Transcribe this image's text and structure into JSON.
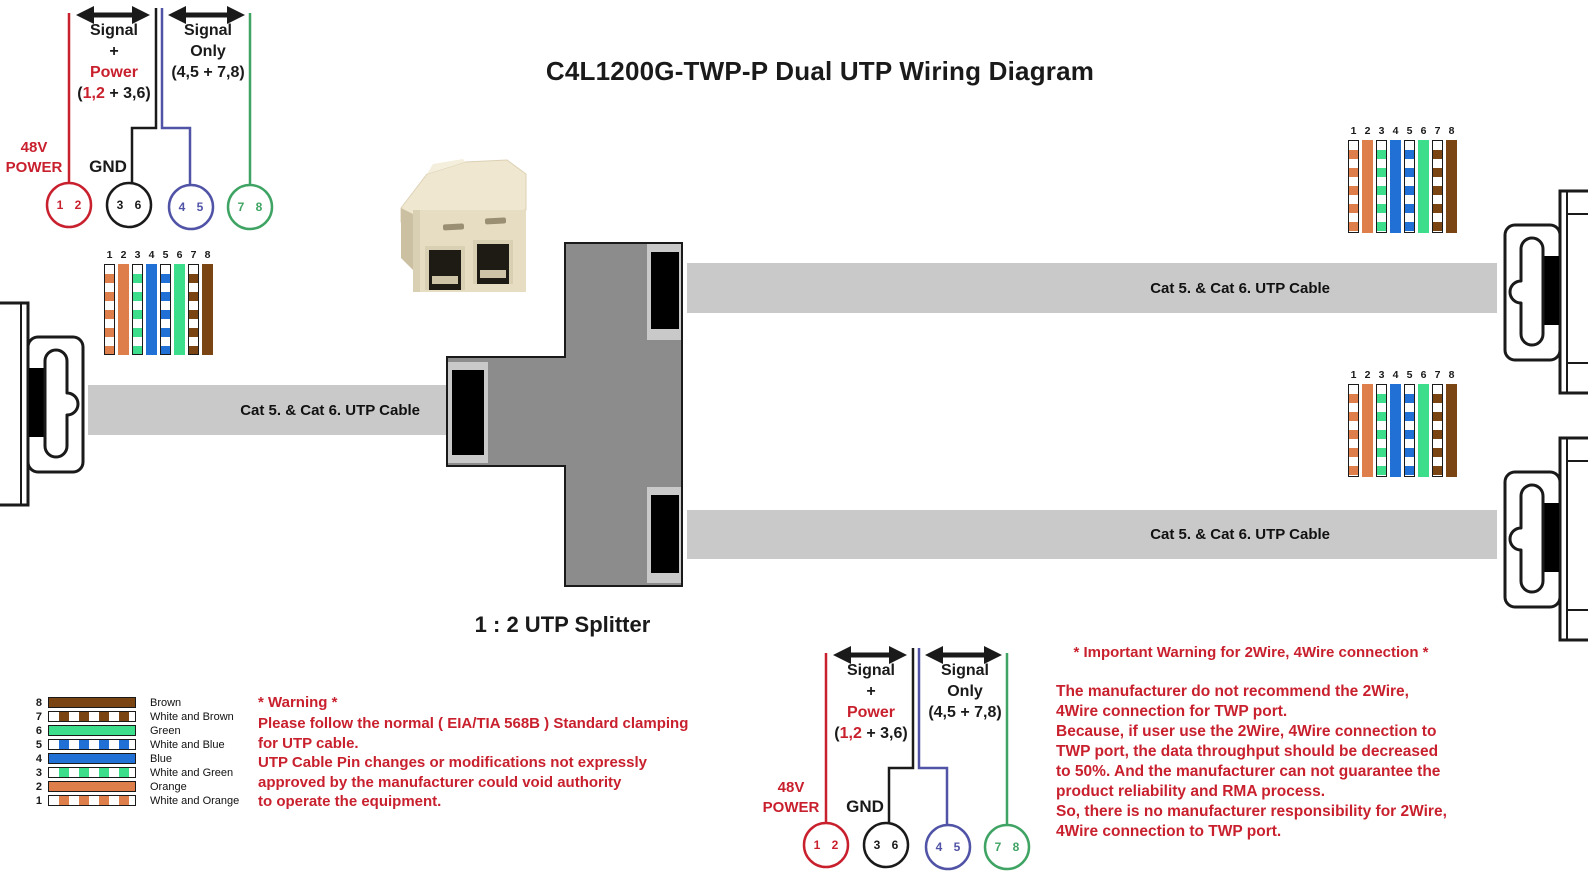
{
  "title": "C4L1200G-TWP-P Dual UTP Wiring Diagram",
  "splitter_label": "1 : 2 UTP Splitter",
  "cables": {
    "label": "Cat 5. & Cat 6. UTP Cable"
  },
  "pin_diagram": {
    "signal_power": {
      "signal": "Signal",
      "plus": "+",
      "power": "Power",
      "formula_prefix": "(",
      "formula_highlight": "1,2",
      "formula_suffix": " + 3,6)"
    },
    "signal_only": {
      "signal": "Signal",
      "only": "Only",
      "range": "(4,5 + 7,8)"
    },
    "power_48v": {
      "line1": "48V",
      "line2": "POWER"
    },
    "gnd": "GND",
    "circles": [
      {
        "pins": "1 2",
        "color": "#C9202E"
      },
      {
        "pins": "3 6",
        "color": "#1A1A1A"
      },
      {
        "pins": "4 5",
        "color": "#5053A6"
      },
      {
        "pins": "7 8",
        "color": "#3FA463"
      }
    ]
  },
  "wire_strip": {
    "pins": [
      "1",
      "2",
      "3",
      "4",
      "5",
      "6",
      "7",
      "8"
    ]
  },
  "wire_colors": {
    "orange": "#DE7F4B",
    "green": "#3CDE8C",
    "blue": "#2070D5",
    "brown": "#7A4513",
    "white": "#FFFFFF",
    "cable_gray": "#C9C9C9",
    "splitter_gray": "#8C8C8C",
    "warning_red": "#C9202E"
  },
  "legend": {
    "rows": [
      {
        "pin": "8",
        "label": "Brown"
      },
      {
        "pin": "7",
        "label": "White and Brown"
      },
      {
        "pin": "6",
        "label": "Green"
      },
      {
        "pin": "5",
        "label": "White and Blue"
      },
      {
        "pin": "4",
        "label": "Blue"
      },
      {
        "pin": "3",
        "label": "White and Green"
      },
      {
        "pin": "2",
        "label": "Orange"
      },
      {
        "pin": "1",
        "label": "White and Orange"
      }
    ]
  },
  "warning_left": {
    "title": "* Warning *",
    "body": "Please follow the normal ( EIA/TIA 568B ) Standard clamping\nfor UTP cable.\nUTP Cable Pin changes or modifications not expressly\napproved by the manufacturer could void authority\nto operate the equipment."
  },
  "warning_right": {
    "title": "* Important Warning for 2Wire, 4Wire connection *",
    "body": "The manufacturer do not recommend the 2Wire,\n4Wire connection for TWP port.\nBecause, if user use the 2Wire, 4Wire connection to\nTWP port, the data throughput should be decreased\nto 50%. And the manufacturer can not guarantee the\nproduct reliability and RMA process.\nSo, there is no manufacturer responsibility for 2Wire,\n4Wire connection to TWP port."
  }
}
